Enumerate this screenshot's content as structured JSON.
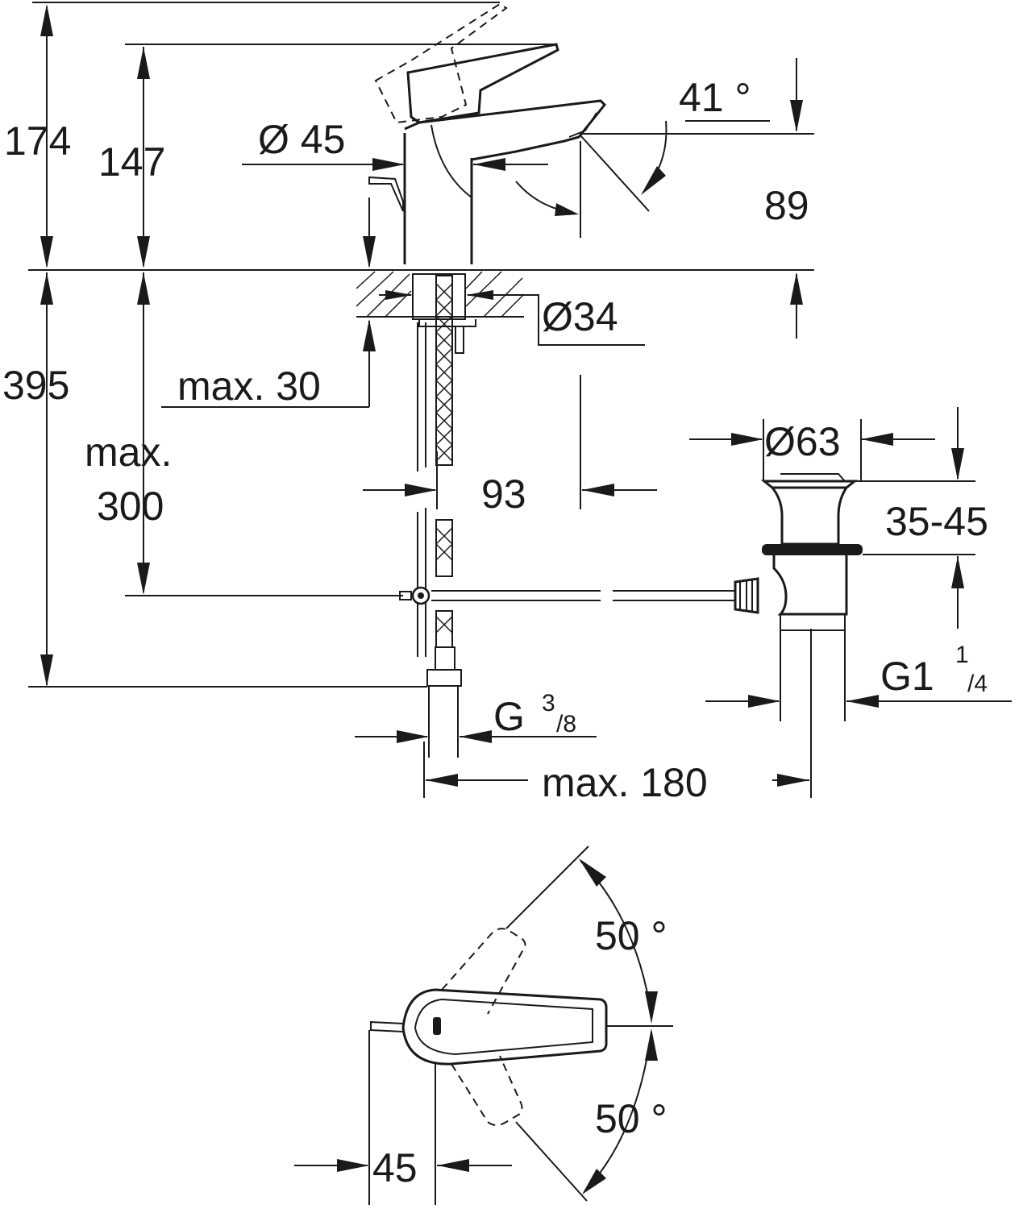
{
  "drawing": {
    "side_view": {
      "height_total": "174",
      "height_spout": "147",
      "body_diameter": "Ø 45",
      "spout_angle": "41 °",
      "spout_reach": "89",
      "hole_diameter": "Ø34",
      "deck_thickness": "max. 30",
      "below_deck": "395",
      "rod_max_line1": "max.",
      "rod_max_line2": "300",
      "waste_offset": "93",
      "waste_diameter": "Ø63",
      "waste_range": "35-45",
      "waste_thread_main": "G1",
      "waste_thread_num": "1",
      "waste_thread_den": "/4",
      "supply_thread_main": "G",
      "supply_thread_num": "3",
      "supply_thread_den": "/8",
      "rod_length": "max. 180"
    },
    "top_view": {
      "angle_upper": "50 °",
      "angle_lower": "50 °",
      "lever_offset": "45"
    }
  }
}
